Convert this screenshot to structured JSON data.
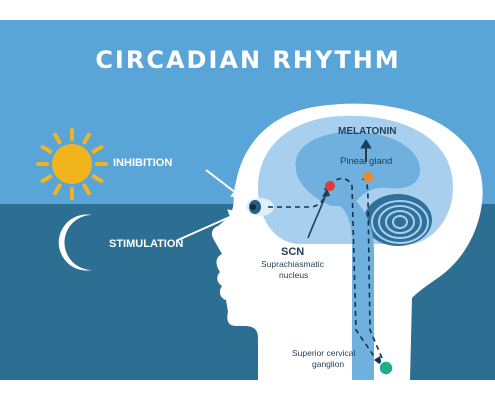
{
  "title": "CIRCADIAN RHYTHM",
  "labels": {
    "inhibition": "INHIBITION",
    "stimulation": "STIMULATION",
    "melatonin": "MELATONIN",
    "pineal_gland": "Pineal gland",
    "scn": "SCN",
    "scn_full_line1": "Suprachiasmatic",
    "scn_full_line2": "nucleus",
    "ganglion_line1": "Superior cervical",
    "ganglion_line2": "ganglion"
  },
  "colors": {
    "sky_top": "#5aa5d8",
    "sky_bottom": "#2d6f93",
    "head_outline": "#ffffff",
    "brain_light": "#a8d0ee",
    "brain_mid": "#6fb0de",
    "brain_dark": "#2f6f9a",
    "sun": "#f2b41c",
    "moon": "#ffffff",
    "scn_dot": "#e03c3c",
    "pineal_dot": "#f08a24",
    "ganglion_dot": "#1fae8c",
    "text_dark": "#1f3f55"
  },
  "icons": {
    "sun": "sun-icon",
    "moon": "moon-icon"
  }
}
